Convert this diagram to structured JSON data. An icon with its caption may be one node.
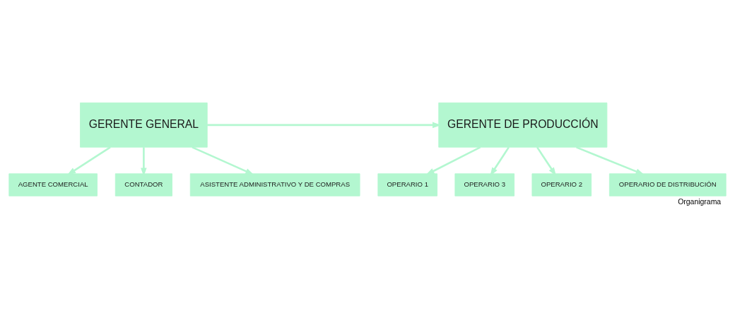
{
  "diagram": {
    "caption": "Organigrama",
    "nodes": [
      {
        "text": [
          "GERENTE GENERAL"
        ]
      },
      {
        "text": [
          "GERENTE DE PRODUCCIÓN"
        ]
      },
      {
        "text": [
          "AGENTE COMERCIAL"
        ]
      },
      {
        "text": [
          "CONTADOR"
        ]
      },
      {
        "text": [
          "ASISTENTE ADMINISTRATIVO Y DE COMPRAS"
        ]
      },
      {
        "text": [
          "OPERARIO 1"
        ]
      },
      {
        "text": [
          "OPERARIO 3"
        ]
      },
      {
        "text": [
          "OPERARIO 2"
        ]
      },
      {
        "text": [
          "OPERARIO DE DISTRIBUCIÓN"
        ]
      }
    ],
    "edges": [
      {
        "from": 0,
        "to": 1,
        "arrow": "to"
      },
      {
        "from": 0,
        "to": 3,
        "arrow": "to"
      },
      {
        "from": 0,
        "to": 2,
        "arrow": "to"
      },
      {
        "from": 0,
        "to": 4,
        "arrow": "to"
      },
      {
        "from": 1,
        "to": 5,
        "arrow": "to"
      },
      {
        "from": 1,
        "to": 7,
        "arrow": "to"
      },
      {
        "from": 1,
        "to": 6,
        "arrow": "to"
      },
      {
        "from": 1,
        "to": 8,
        "arrow": "to"
      }
    ]
  }
}
